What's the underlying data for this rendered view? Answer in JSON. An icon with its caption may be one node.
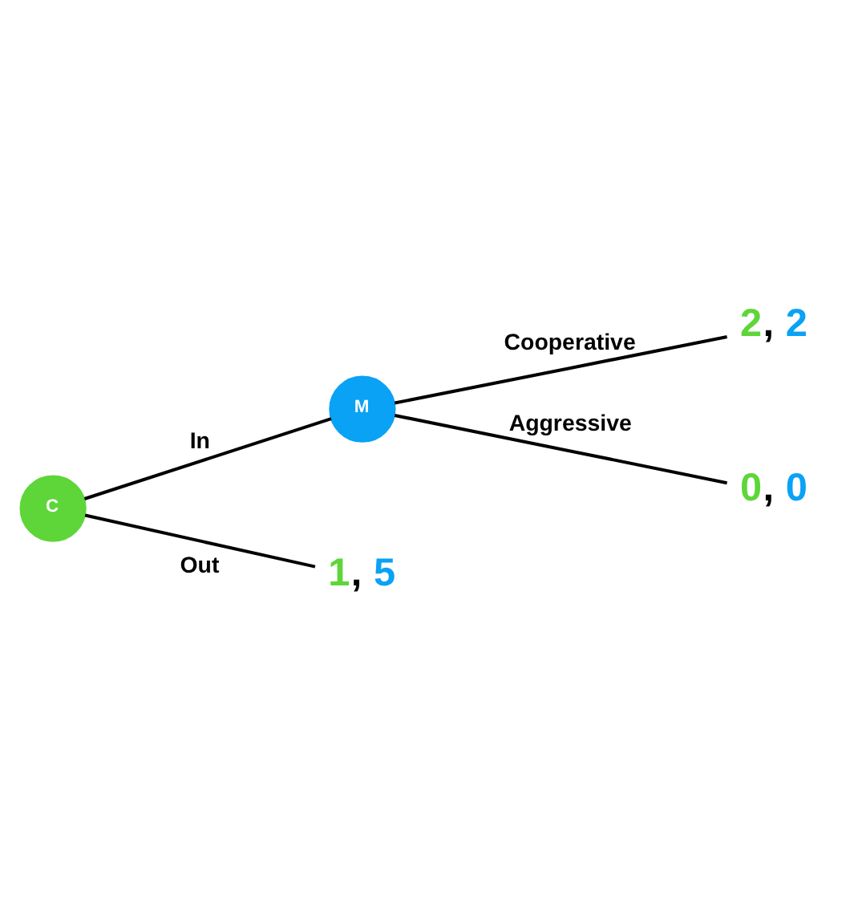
{
  "diagram": {
    "nodes": [
      {
        "text": [
          "C"
        ]
      },
      {
        "text": [
          "M"
        ]
      },
      {
        "text": [
          "2, 2"
        ]
      },
      {
        "text": [
          "0, 0"
        ]
      },
      {
        "text": [
          "1, 5"
        ]
      }
    ],
    "edges": [
      {
        "from": 0,
        "to": 1,
        "arrow": "none",
        "label": "In"
      },
      {
        "from": 0,
        "to": 4,
        "arrow": "none",
        "label": "Out"
      },
      {
        "from": 1,
        "to": 2,
        "arrow": "none",
        "label": "Cooperative"
      },
      {
        "from": 1,
        "to": 3,
        "arrow": "none",
        "label": "Aggressive"
      }
    ]
  }
}
